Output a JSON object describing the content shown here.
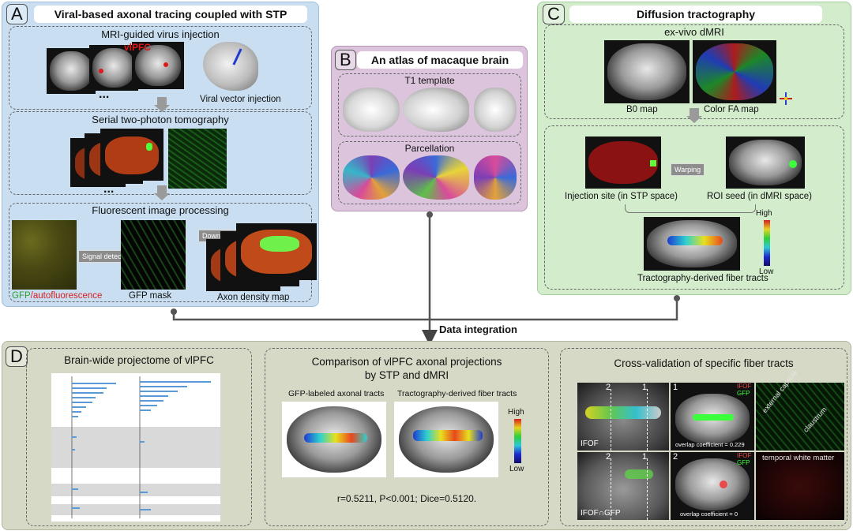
{
  "panelA": {
    "letter": "A",
    "title": "Viral-based axonal tracing coupled with STP",
    "s1_title": "MRI-guided virus injection",
    "vlpfc": "vlPFC",
    "dots": "...",
    "viral_caption": "Viral vector injection",
    "s2_title": "Serial two-photon tomography",
    "s3_title": "Fluorescent image processing",
    "signal_detection": "Signal detection",
    "downsample": "Downsample",
    "gfp": "GFP",
    "autofluo": "/autofluorescence",
    "gfp_mask": "GFP mask",
    "axon_density": "Axon density map"
  },
  "panelB": {
    "letter": "B",
    "title": "An atlas of macaque brain",
    "t1": "T1 template",
    "parcellation": "Parcellation"
  },
  "panelC": {
    "letter": "C",
    "title": "Diffusion tractography",
    "exvivo": "ex-vivo dMRI",
    "b0": "B0 map",
    "colorfa": "Color FA map",
    "warping": "Warping",
    "injection_site": "Injection site (in STP space)",
    "roi_seed": "ROI seed (in dMRI space)",
    "high": "High",
    "low": "Low",
    "tractography": "Tractography-derived fiber tracts"
  },
  "integration": "Data integration",
  "panelD": {
    "letter": "D",
    "projectome_title": "Brain-wide projectome of vlPFC",
    "comparison_title_1": "Comparison of vlPFC axonal projections",
    "comparison_title_2": "by STP and dMRI",
    "gfp_labeled": "GFP-labeled axonal tracts",
    "tract_derived": "Tractography-derived fiber tracts",
    "high": "High",
    "low": "Low",
    "stats": "r=0.5211, P<0.001; Dice=0.5120.",
    "crossval_title": "Cross-validation of specific fiber tracts",
    "n2": "2",
    "n1": "1",
    "ifof": "IFOF",
    "gfp_label": "GFP",
    "ifof_gfp": "IFOF∩GFP",
    "overlap1": "overlap coefficient = 0.229",
    "overlap2": "overlap coefficient = 0",
    "external_capsule": "external capsule",
    "claustrum": "claustrum",
    "temporal_white": "temporal white matter"
  },
  "colors": {
    "panelA": "#c9dff1",
    "panelB": "#dcc5dc",
    "panelC": "#d3eccc",
    "panelD": "#d6d9c6",
    "gfp_green": "#2fa02f",
    "auto_red": "#d62020"
  }
}
